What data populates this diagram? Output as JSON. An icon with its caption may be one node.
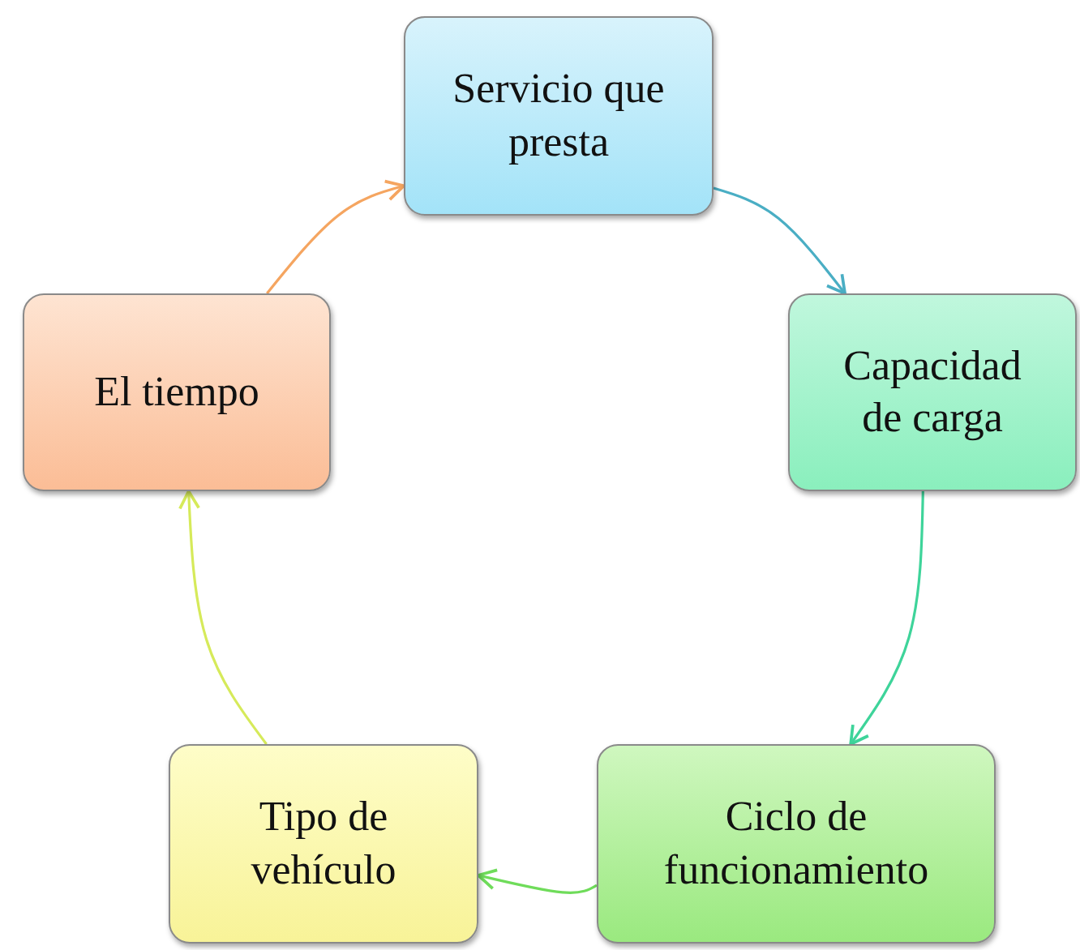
{
  "diagram": {
    "nodes": [
      {
        "text": [
          "Servicio que presta"
        ]
      },
      {
        "text": [
          "Capacidad de carga"
        ]
      },
      {
        "text": [
          "Ciclo de funcionamiento"
        ]
      },
      {
        "text": [
          "Tipo de vehículo"
        ]
      },
      {
        "text": [
          "El tiempo"
        ]
      }
    ],
    "edges": [
      {
        "from": 0,
        "to": 1,
        "arrow": "to",
        "color": "#4aaec4"
      },
      {
        "from": 1,
        "to": 2,
        "arrow": "to",
        "color": "#3ed49a"
      },
      {
        "from": 2,
        "to": 3,
        "arrow": "to",
        "color": "#6fdc5a"
      },
      {
        "from": 3,
        "to": 4,
        "arrow": "to",
        "color": "#d6ea5a"
      },
      {
        "from": 4,
        "to": 0,
        "arrow": "to",
        "color": "#f5a560"
      }
    ]
  }
}
